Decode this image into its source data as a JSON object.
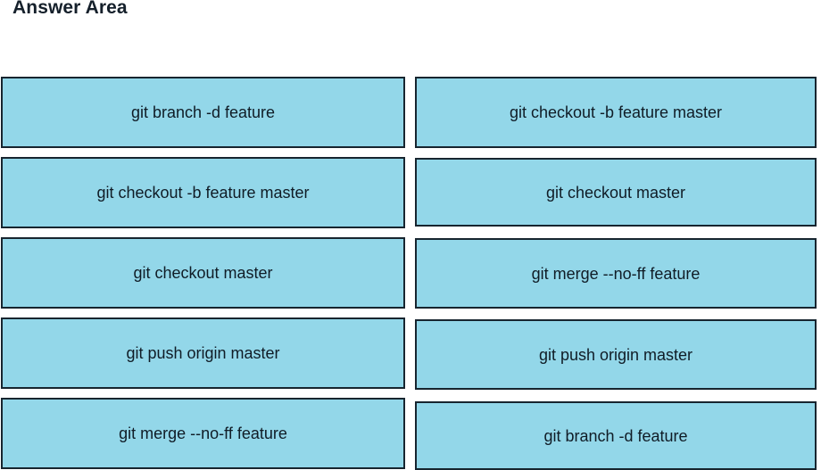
{
  "header": {
    "title": "Answer Area"
  },
  "colors": {
    "box_fill": "#93d7e9",
    "box_border": "#17252f",
    "text": "#101c26",
    "background": "#ffffff"
  },
  "answer_area": {
    "columns": [
      {
        "name": "source-commands",
        "options": [
          {
            "label": "git branch -d feature"
          },
          {
            "label": "git checkout -b feature master"
          },
          {
            "label": "git checkout master"
          },
          {
            "label": "git push origin master"
          },
          {
            "label": "git merge --no-ff feature"
          }
        ]
      },
      {
        "name": "answer-commands",
        "options": [
          {
            "label": "git checkout -b feature master"
          },
          {
            "label": "git checkout master"
          },
          {
            "label": "git merge --no-ff feature"
          },
          {
            "label": "git push origin master"
          },
          {
            "label": "git branch -d feature"
          }
        ]
      }
    ]
  }
}
